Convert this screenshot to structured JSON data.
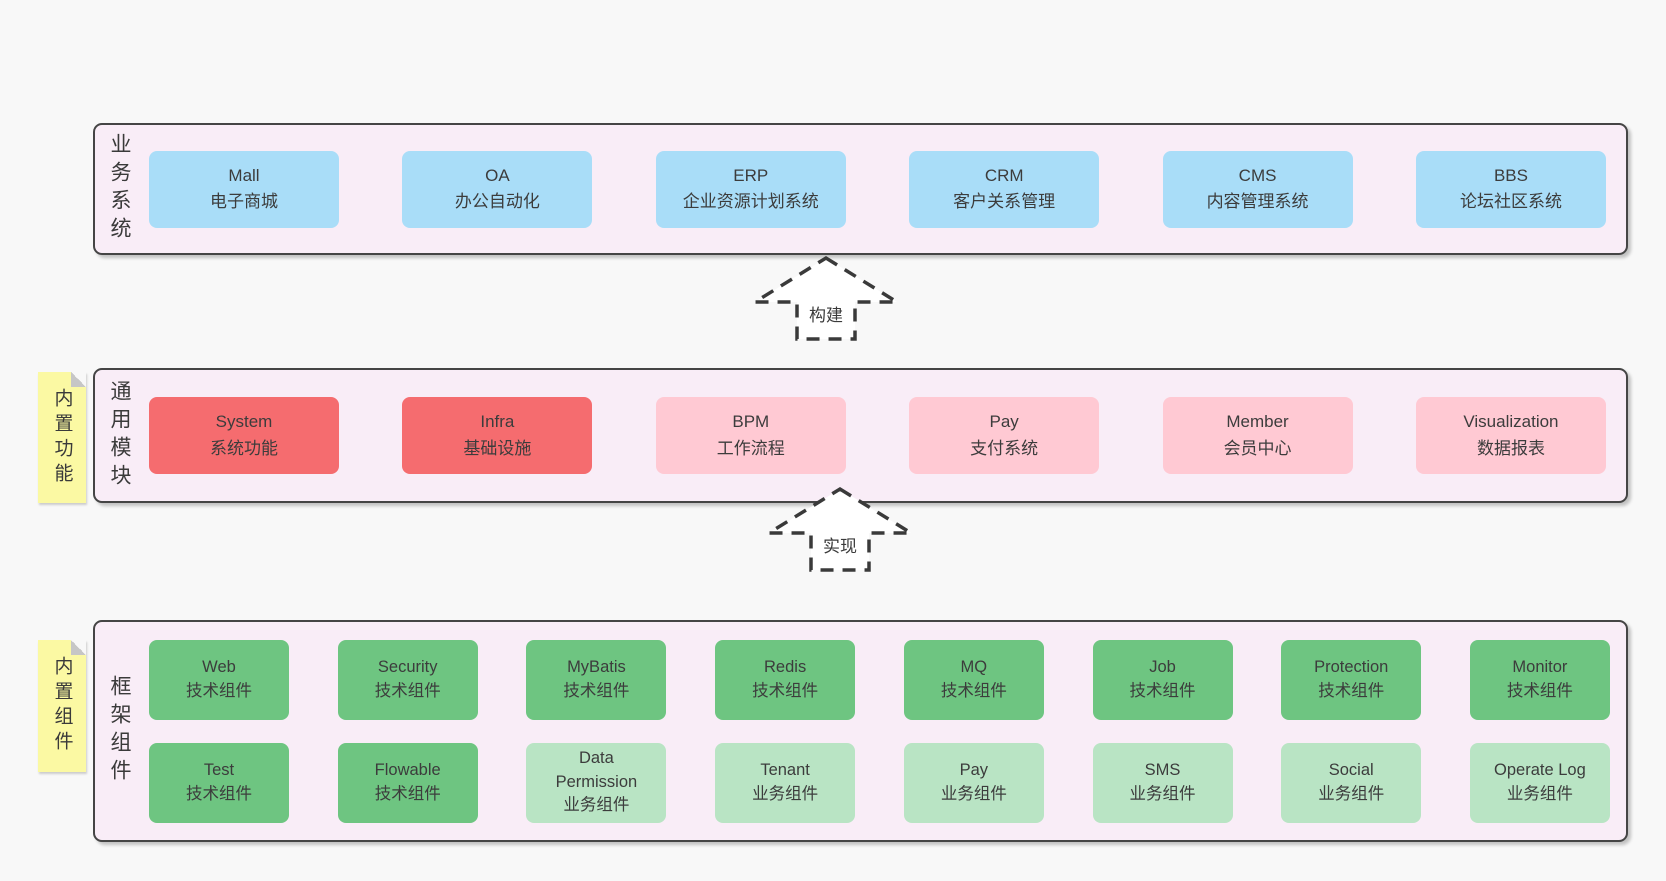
{
  "colors": {
    "page_bg": "#f8f8f8",
    "band_bg": "#f9edf7",
    "band_border": "#454545",
    "blue": "#a9ddf8",
    "red": "#f56c6f",
    "pink": "#ffc9d3",
    "green": "#6ec581",
    "light_green": "#b9e4c4",
    "yellow": "#fbf9a3",
    "text": "#3a3a3a"
  },
  "bands": [
    {
      "label": "业务系统",
      "boxes": [
        {
          "name": "Mall",
          "desc": "电子商城"
        },
        {
          "name": "OA",
          "desc": "办公自动化"
        },
        {
          "name": "ERP",
          "desc": "企业资源计划系统"
        },
        {
          "name": "CRM",
          "desc": "客户关系管理"
        },
        {
          "name": "CMS",
          "desc": "内容管理系统"
        },
        {
          "name": "BBS",
          "desc": "论坛社区系统"
        }
      ]
    },
    {
      "label": "通用模块",
      "sticky": "内置功能",
      "boxes": [
        {
          "name": "System",
          "desc": "系统功能"
        },
        {
          "name": "Infra",
          "desc": "基础设施"
        },
        {
          "name": "BPM",
          "desc": "工作流程"
        },
        {
          "name": "Pay",
          "desc": "支付系统"
        },
        {
          "name": "Member",
          "desc": "会员中心"
        },
        {
          "name": "Visualization",
          "desc": "数据报表"
        }
      ]
    },
    {
      "label": "框架组件",
      "sticky": "内置组件",
      "rows": [
        [
          {
            "name": "Web",
            "desc": "技术组件"
          },
          {
            "name": "Security",
            "desc": "技术组件"
          },
          {
            "name": "MyBatis",
            "desc": "技术组件"
          },
          {
            "name": "Redis",
            "desc": "技术组件"
          },
          {
            "name": "MQ",
            "desc": "技术组件"
          },
          {
            "name": "Job",
            "desc": "技术组件"
          },
          {
            "name": "Protection",
            "desc": "技术组件"
          },
          {
            "name": "Monitor",
            "desc": "技术组件"
          }
        ],
        [
          {
            "name": "Test",
            "desc": "技术组件"
          },
          {
            "name": "Flowable",
            "desc": "技术组件"
          },
          {
            "name": "Data Permission",
            "desc": "业务组件"
          },
          {
            "name": "Tenant",
            "desc": "业务组件"
          },
          {
            "name": "Pay",
            "desc": "业务组件"
          },
          {
            "name": "SMS",
            "desc": "业务组件"
          },
          {
            "name": "Social",
            "desc": "业务组件"
          },
          {
            "name": "Operate Log",
            "desc": "业务组件"
          }
        ]
      ]
    }
  ],
  "arrows": [
    {
      "label": "构建"
    },
    {
      "label": "实现"
    }
  ]
}
